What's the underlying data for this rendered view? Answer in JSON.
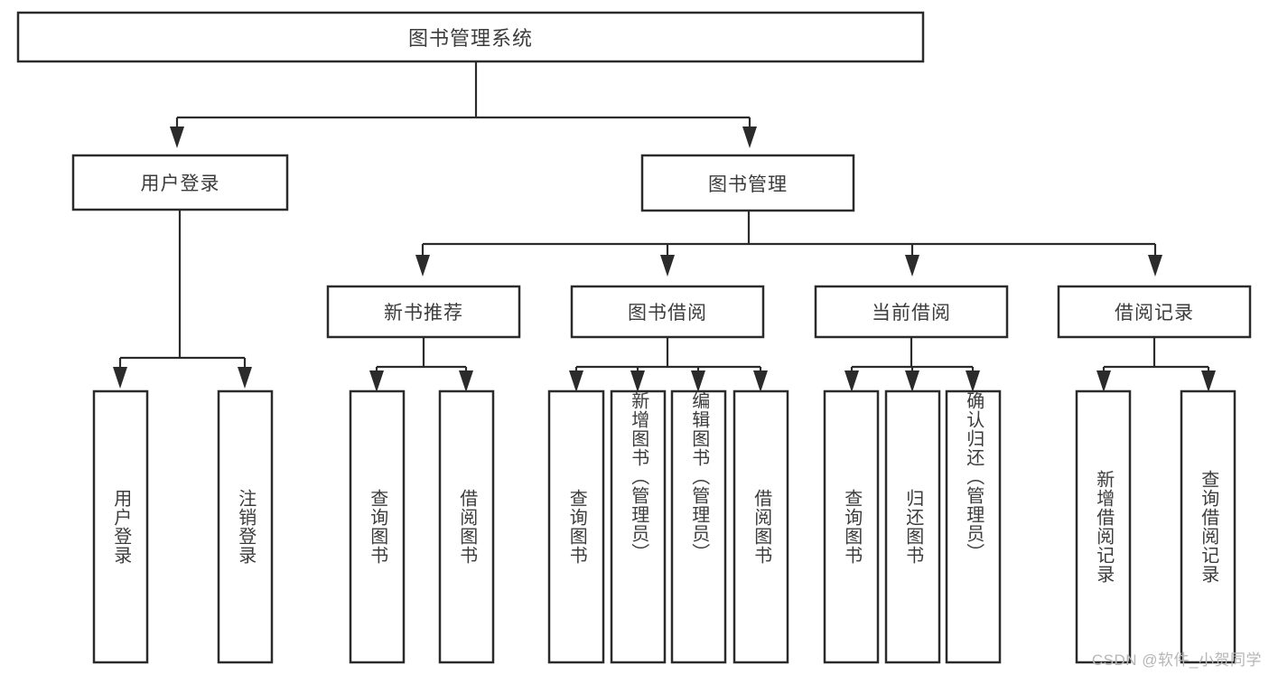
{
  "diagram": {
    "type": "tree",
    "title": "图书管理系统",
    "orientation": "top-down",
    "root": {
      "id": "root",
      "label": "图书管理系统"
    },
    "level1": [
      {
        "id": "user-login",
        "label": "用户登录"
      },
      {
        "id": "book-manage",
        "label": "图书管理"
      }
    ],
    "level2": [
      {
        "id": "new-book-recommend",
        "label": "新书推荐",
        "parent": "book-manage"
      },
      {
        "id": "book-borrow",
        "label": "图书借阅",
        "parent": "book-manage"
      },
      {
        "id": "current-borrow",
        "label": "当前借阅",
        "parent": "book-manage"
      },
      {
        "id": "borrow-record",
        "label": "借阅记录",
        "parent": "book-manage"
      }
    ],
    "leaves": [
      {
        "id": "leaf-user-login",
        "label": "用户登录",
        "parent": "user-login"
      },
      {
        "id": "leaf-logout-login",
        "label": "注销登录",
        "parent": "user-login"
      },
      {
        "id": "leaf-query-book-1",
        "label": "查询图书",
        "parent": "new-book-recommend"
      },
      {
        "id": "leaf-borrow-book-1",
        "label": "借阅图书",
        "parent": "new-book-recommend"
      },
      {
        "id": "leaf-query-book-2",
        "label": "查询图书",
        "parent": "book-borrow"
      },
      {
        "id": "leaf-add-book",
        "label": "新增图书（管理员）",
        "parent": "book-borrow"
      },
      {
        "id": "leaf-edit-book",
        "label": "编辑图书（管理员）",
        "parent": "book-borrow"
      },
      {
        "id": "leaf-borrow-book-2",
        "label": "借阅图书",
        "parent": "book-borrow"
      },
      {
        "id": "leaf-query-book-3",
        "label": "查询图书",
        "parent": "current-borrow"
      },
      {
        "id": "leaf-return-book",
        "label": "归还图书",
        "parent": "current-borrow"
      },
      {
        "id": "leaf-confirm-return",
        "label": "确认归还（管理员）",
        "parent": "current-borrow"
      },
      {
        "id": "leaf-add-record",
        "label": "新增借阅记录",
        "parent": "borrow-record"
      },
      {
        "id": "leaf-query-record",
        "label": "查询借阅记录",
        "parent": "borrow-record"
      }
    ],
    "colors": {
      "box_stroke": "#2b2b2b",
      "box_fill": "#ffffff",
      "text": "#3c3c3c",
      "connector": "#2b2b2b",
      "background": "#ffffff",
      "watermark": "#b6b6b6"
    }
  },
  "watermark": {
    "text": "CSDN @软件_小贺同学"
  }
}
